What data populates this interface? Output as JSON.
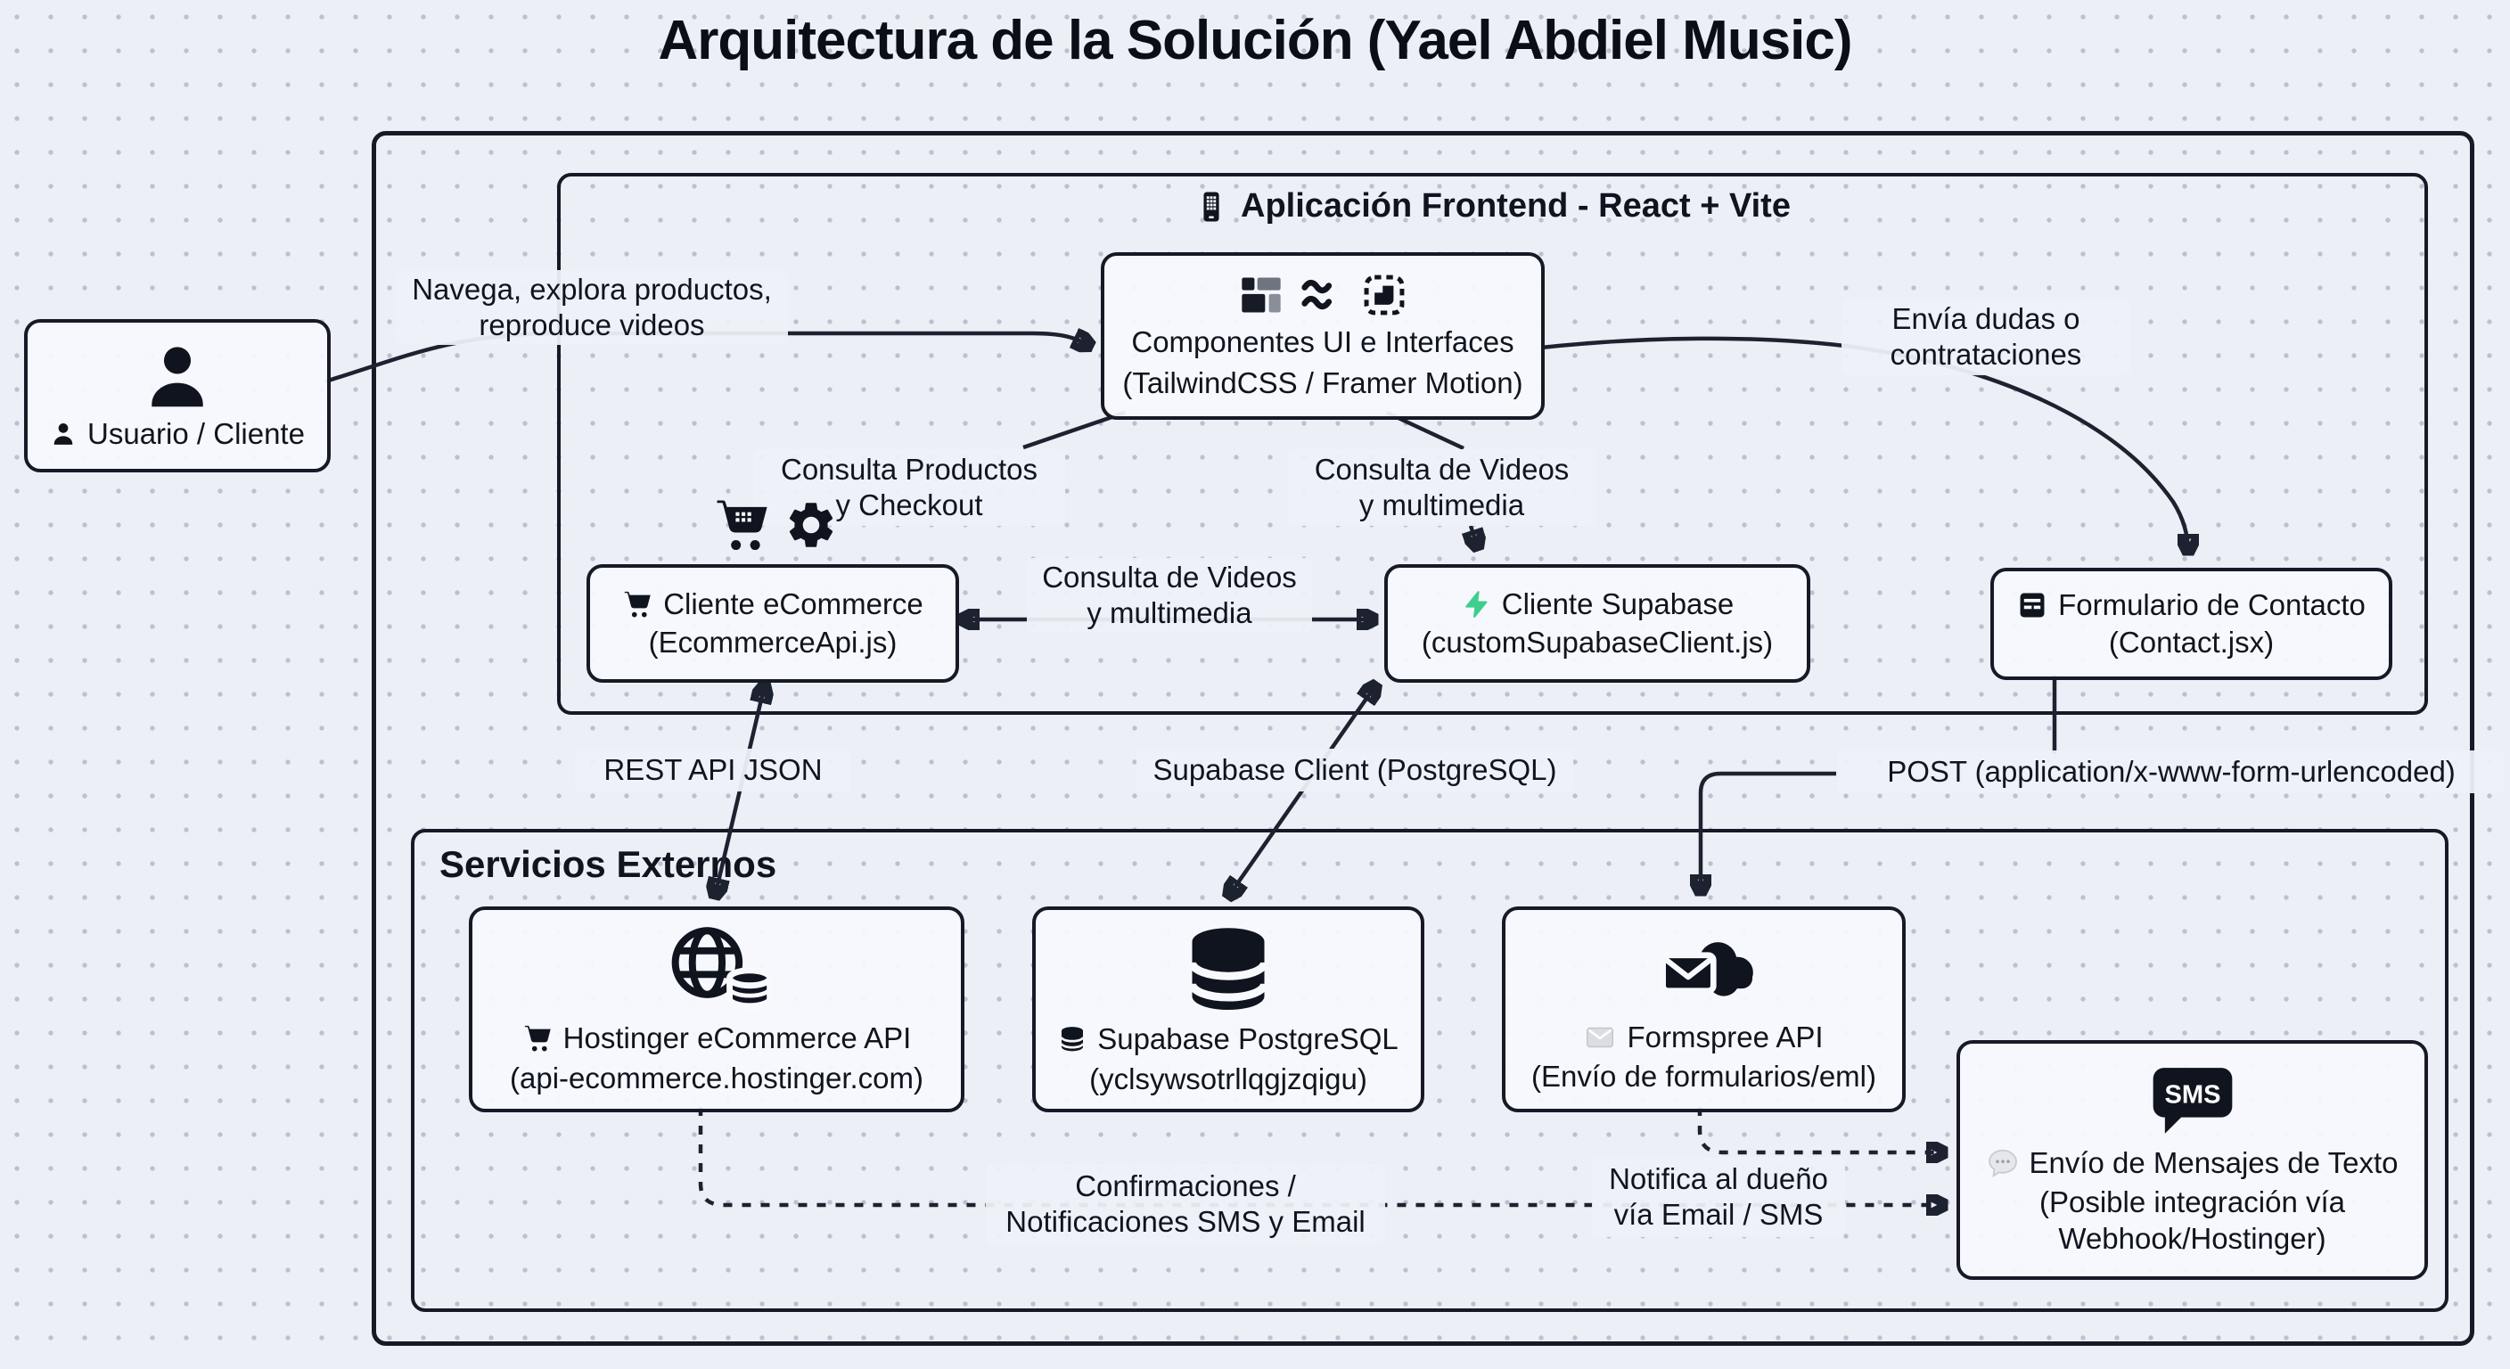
{
  "title": "Arquitectura de la Solución (Yael Abdiel Music)",
  "colors": {
    "background": "#edeff6",
    "line": "#1d2230",
    "node_fill": "#f8f9fd",
    "border": "#161a26",
    "supabase_green": "#3ecf8e"
  },
  "frontend": {
    "header": "Aplicación Frontend - React + Vite"
  },
  "servicios": {
    "header": "Servicios Externos"
  },
  "nodes": {
    "usuario": {
      "label": "Usuario / Cliente"
    },
    "componentes": {
      "line1": "Componentes UI e Interfaces",
      "line2": "(TailwindCSS / Framer Motion)"
    },
    "ecommerce_client": {
      "line1": "Cliente eCommerce",
      "line2": "(EcommerceApi.js)"
    },
    "supabase_client": {
      "line1": "Cliente Supabase",
      "line2": "(customSupabaseClient.js)"
    },
    "contact_form": {
      "line1": "Formulario de Contacto",
      "line2": "(Contact.jsx)"
    },
    "hostinger_api": {
      "line1": "Hostinger eCommerce API",
      "line2": "(api-ecommerce.hostinger.com)"
    },
    "supabase_db": {
      "line1": "Supabase PostgreSQL",
      "line2": "(yclsywsotrllqgjzqigu)"
    },
    "formspree": {
      "line1": "Formspree API",
      "line2": "(Envío de formularios/eml)"
    },
    "sms": {
      "badge": "SMS",
      "line1": "Envío de Mensajes de Texto",
      "line2": "(Posible integración vía\nWebhook/Hostinger)"
    }
  },
  "edges": {
    "navega": "Navega, explora productos,\nreproduce videos",
    "envia_dudas": "Envía dudas o\ncontrataciones",
    "consulta_productos": "Consulta Productos\ny Checkout",
    "consulta_videos_top": "Consulta de Videos\ny multimedia",
    "consulta_videos_mid": "Consulta de Videos\ny multimedia",
    "rest": "REST API JSON",
    "supabase_pg": "Supabase Client (PostgreSQL)",
    "post": "POST (application/x-www-form-urlencoded)",
    "confirmaciones": "Confirmaciones /\nNotificaciones SMS y Email",
    "notifica": "Notifica al dueño\nvía Email / SMS"
  }
}
